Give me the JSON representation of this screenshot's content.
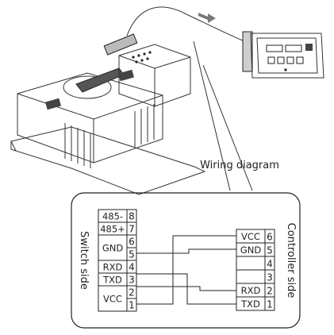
{
  "caption": "Wiring diagram",
  "switch_side": {
    "label": "Switch side",
    "rows": [
      {
        "pin": "8",
        "signal": "485-"
      },
      {
        "pin": "7",
        "signal": "485+"
      },
      {
        "pin": "6",
        "signal": "GND"
      },
      {
        "pin": "5",
        "signal": ""
      },
      {
        "pin": "4",
        "signal": "RXD"
      },
      {
        "pin": "3",
        "signal": "TXD"
      },
      {
        "pin": "2",
        "signal": "VCC"
      },
      {
        "pin": "1",
        "signal": ""
      }
    ]
  },
  "controller_side": {
    "label": "Controller side",
    "rows": [
      {
        "pin": "6",
        "signal": "VCC"
      },
      {
        "pin": "5",
        "signal": "GND"
      },
      {
        "pin": "4",
        "signal": ""
      },
      {
        "pin": "3",
        "signal": ""
      },
      {
        "pin": "2",
        "signal": "RXD"
      },
      {
        "pin": "1",
        "signal": "TXD"
      }
    ]
  },
  "connections": [
    {
      "from": "TXD",
      "to": "RXD"
    },
    {
      "from": "RXD",
      "to": "TXD"
    },
    {
      "from": "GND",
      "to": "GND"
    },
    {
      "from": "VCC",
      "to": "VCC"
    }
  ],
  "colors": {
    "ink": "#222222",
    "background": "#ffffff"
  }
}
